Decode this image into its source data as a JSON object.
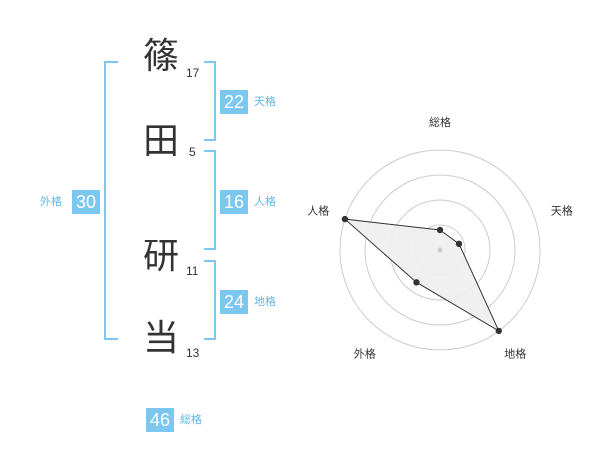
{
  "name": {
    "chars": [
      {
        "char": "篠",
        "strokes": "17"
      },
      {
        "char": "田",
        "strokes": "5"
      },
      {
        "char": "研",
        "strokes": "11"
      },
      {
        "char": "当",
        "strokes": "13"
      }
    ]
  },
  "fortunes": {
    "tenkaku": {
      "value": "22",
      "label": "天格"
    },
    "jinkaku": {
      "value": "16",
      "label": "人格"
    },
    "chikaku": {
      "value": "24",
      "label": "地格"
    },
    "gaikaku": {
      "value": "30",
      "label": "外格"
    },
    "soukaku": {
      "value": "46",
      "label": "総格"
    }
  },
  "colors": {
    "accent": "#7cc7f0",
    "text": "#333333",
    "grid": "#cccccc",
    "fill": "#eeeeee"
  },
  "chart_data": {
    "type": "radar",
    "axes": [
      "総格",
      "天格",
      "地格",
      "外格",
      "人格"
    ],
    "scale_max": 5,
    "rings": 4,
    "values": [
      1,
      1,
      5,
      2,
      5
    ]
  }
}
